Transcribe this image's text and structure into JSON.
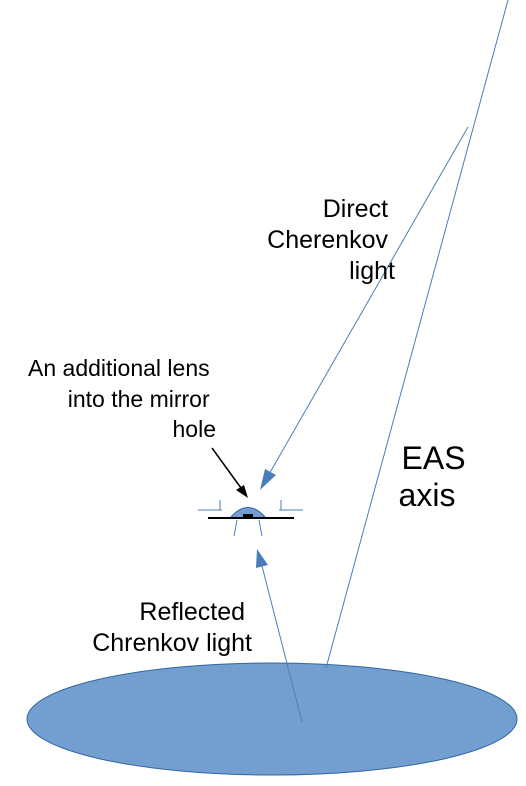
{
  "labels": {
    "direct": [
      "Direct",
      "Cherenkov",
      "light"
    ],
    "lens": [
      "An additional lens",
      "into the mirror",
      "hole"
    ],
    "eas": [
      "EAS",
      "axis"
    ],
    "reflected": [
      "Reflected",
      "Chrenkov light"
    ]
  },
  "colors": {
    "line": "#4a7ebb",
    "ground_fill": "#729fcf",
    "ground_stroke": "#3465a4",
    "lens_fill": "#729fcf",
    "mirror": "#000000",
    "text": "#000000"
  }
}
